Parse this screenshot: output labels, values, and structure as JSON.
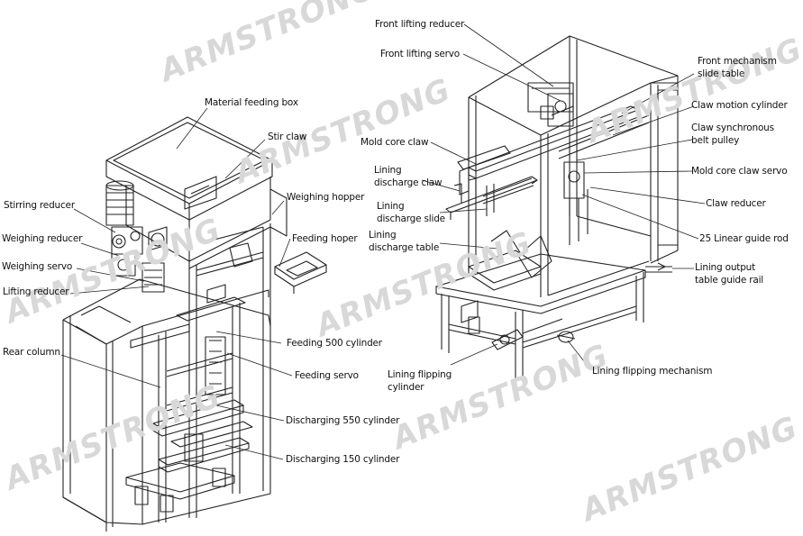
{
  "watermark": "ARMSTRONG",
  "left_labels": {
    "material_feeding_box": "Material feeding box",
    "stir_claw": "Stir claw",
    "stirring_reducer": "Stirring reducer",
    "weighing_hopper": "Weighing hopper",
    "weighing_reducer": "Weighing reducer",
    "feeding_hoper": "Feeding hoper",
    "weighing_servo": "Weighing servo",
    "lifting_reducer": "Lifting reducer",
    "rear_column": "Rear column",
    "feeding_500_cylinder": "Feeding  500 cylinder",
    "feeding_servo": "Feeding servo",
    "discharging_550_cylinder": "Discharging 550 cylinder",
    "discharging_150_cylinder": "Discharging 150 cylinder"
  },
  "right_labels": {
    "front_lifting_reducer": "Front lifting reducer",
    "front_lifting_servo": "Front lifting servo",
    "front_mechanism_slide_table_1": "Front mechanism",
    "front_mechanism_slide_table_2": "slide table",
    "claw_motion_cylinder": "Claw motion cylinder",
    "mold_core_claw": "Mold core claw",
    "claw_synchronous_1": "Claw synchronous",
    "claw_synchronous_2": "belt pulley",
    "lining_discharge_claw_1": "Lining",
    "lining_discharge_claw_2": "discharge claw",
    "mold_core_claw_servo": "Mold core claw servo",
    "lining_discharge_slide_1": "Lining",
    "lining_discharge_slide_2": "discharge slide",
    "claw_reducer": "Claw reducer",
    "lining_discharge_table_1": "Lining",
    "lining_discharge_table_2": "discharge table",
    "linear_guide_rod": "25 Linear guide rod",
    "lining_output_1": "Lining output",
    "lining_output_2": "table guide rail",
    "lining_flipping_cylinder_1": "Lining flipping",
    "lining_flipping_cylinder_2": "cylinder",
    "lining_flipping_mechanism": "Lining flipping mechanism"
  }
}
